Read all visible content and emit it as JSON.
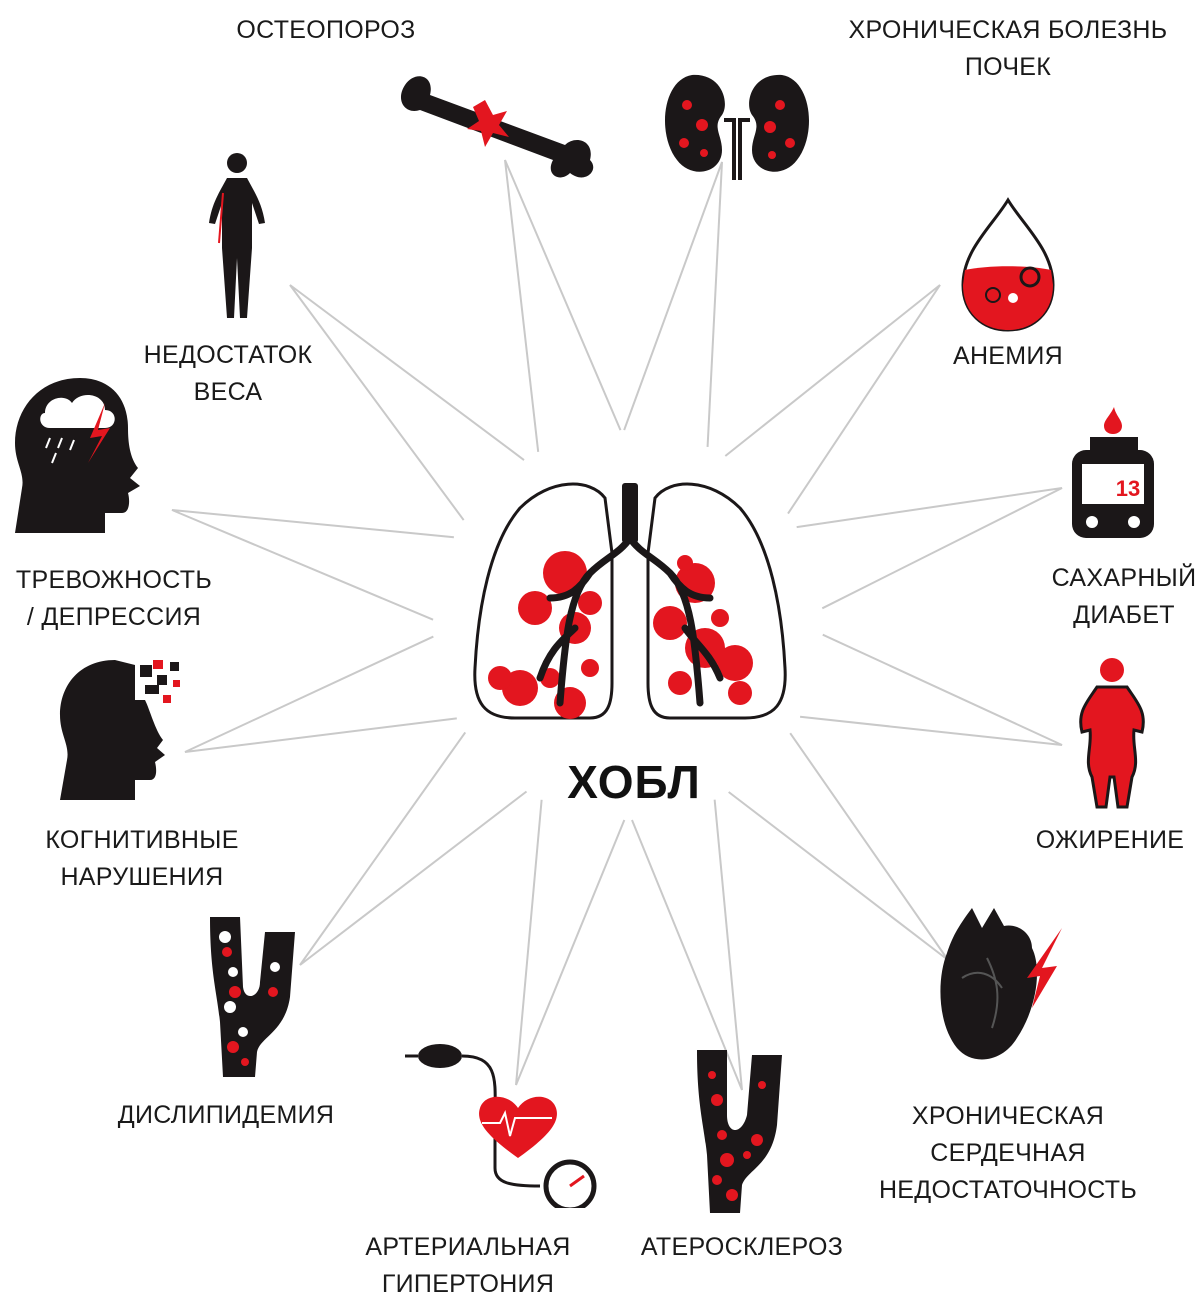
{
  "center": {
    "title": "ХОБЛ",
    "icon": "lungs-icon"
  },
  "colors": {
    "accent": "#e3161f",
    "ink": "#1b1718",
    "rays": "#c9c9c9"
  },
  "comorbidities": [
    {
      "id": "osteoporosis",
      "icon": "broken-bone-icon",
      "lines": [
        "ОСТЕОПОРОЗ"
      ]
    },
    {
      "id": "ckd",
      "icon": "kidneys-icon",
      "lines": [
        "ХРОНИЧЕСКАЯ БОЛЕЗНЬ",
        "ПОЧЕК"
      ]
    },
    {
      "id": "anemia",
      "icon": "blood-drop-icon",
      "lines": [
        "АНЕМИЯ"
      ]
    },
    {
      "id": "diabetes",
      "icon": "glucometer-icon",
      "lines": [
        "САХАРНЫЙ",
        "ДИАБЕТ"
      ],
      "reading": "13"
    },
    {
      "id": "obesity",
      "icon": "obese-figure-icon",
      "lines": [
        "ОЖИРЕНИЕ"
      ]
    },
    {
      "id": "heart-failure",
      "icon": "heart-icon",
      "lines": [
        "ХРОНИЧЕСКАЯ",
        "СЕРДЕЧНАЯ",
        "НЕДОСТАТОЧНОСТЬ"
      ]
    },
    {
      "id": "atherosclerosis",
      "icon": "artery-icon",
      "lines": [
        "АТЕРОСКЛЕРОЗ"
      ]
    },
    {
      "id": "hypertension",
      "icon": "blood-pressure-icon",
      "lines": [
        "АРТЕРИАЛЬНАЯ",
        "ГИПЕРТОНИЯ"
      ]
    },
    {
      "id": "dyslipidemia",
      "icon": "vessel-icon",
      "lines": [
        "ДИСЛИПИДЕМИЯ"
      ]
    },
    {
      "id": "cognitive",
      "icon": "head-fragments-icon",
      "lines": [
        "КОГНИТИВНЫЕ",
        "НАРУШЕНИЯ"
      ]
    },
    {
      "id": "anxiety",
      "icon": "head-storm-icon",
      "lines": [
        "ТРЕВОЖНОСТЬ",
        "/ ДЕПРЕССИЯ"
      ]
    },
    {
      "id": "underweight",
      "icon": "thin-figure-icon",
      "lines": [
        "НЕДОСТАТОК",
        "ВЕСА"
      ]
    }
  ]
}
